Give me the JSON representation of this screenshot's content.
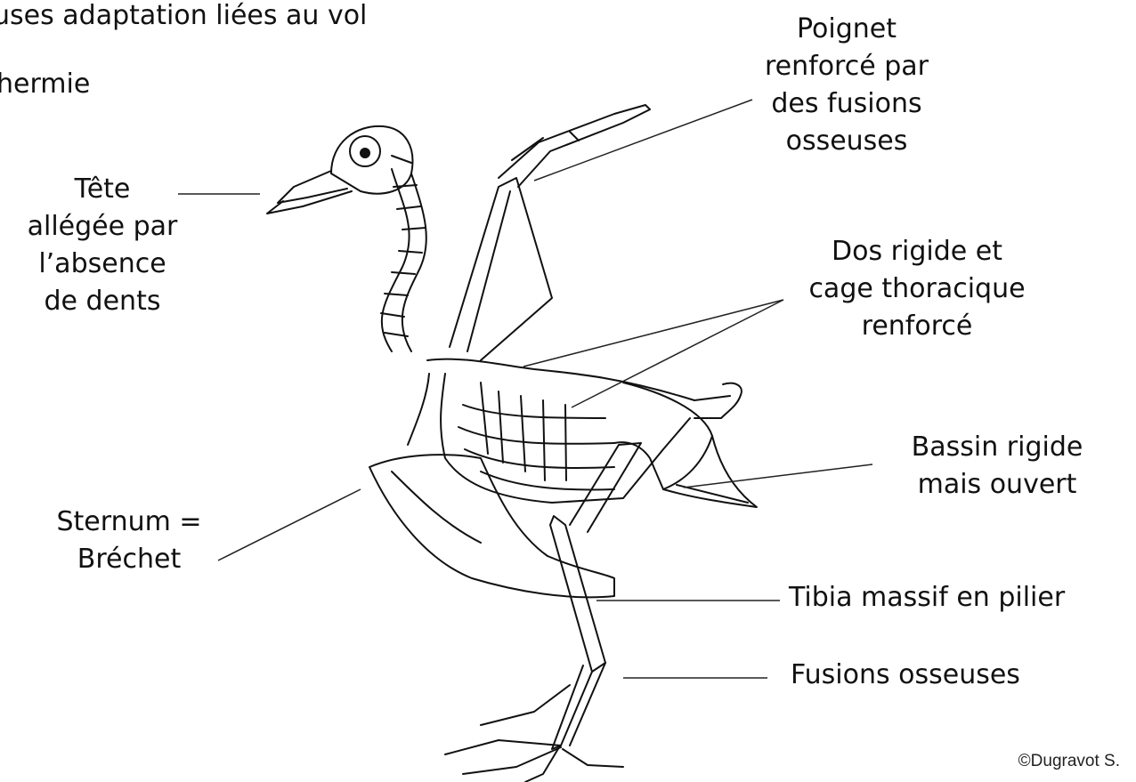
{
  "headings": {
    "line1": "uses adaptation liées au vol",
    "line2": "hermie"
  },
  "labels": {
    "wrist": [
      "Poignet",
      "renforcé par",
      "des fusions",
      "osseuses"
    ],
    "head": [
      "Tête",
      "allégée par",
      "l’absence",
      "de dents"
    ],
    "back": [
      "Dos rigide et",
      "cage thoracique",
      "renforcé"
    ],
    "pelvis": [
      "Bassin rigide",
      "mais ouvert"
    ],
    "sternum": [
      "Sternum =",
      "Bréchet"
    ],
    "tibia": [
      "Tibia massif en pilier"
    ],
    "fusions": [
      "Fusions osseuses"
    ]
  },
  "copyright": "©Dugravot S."
}
